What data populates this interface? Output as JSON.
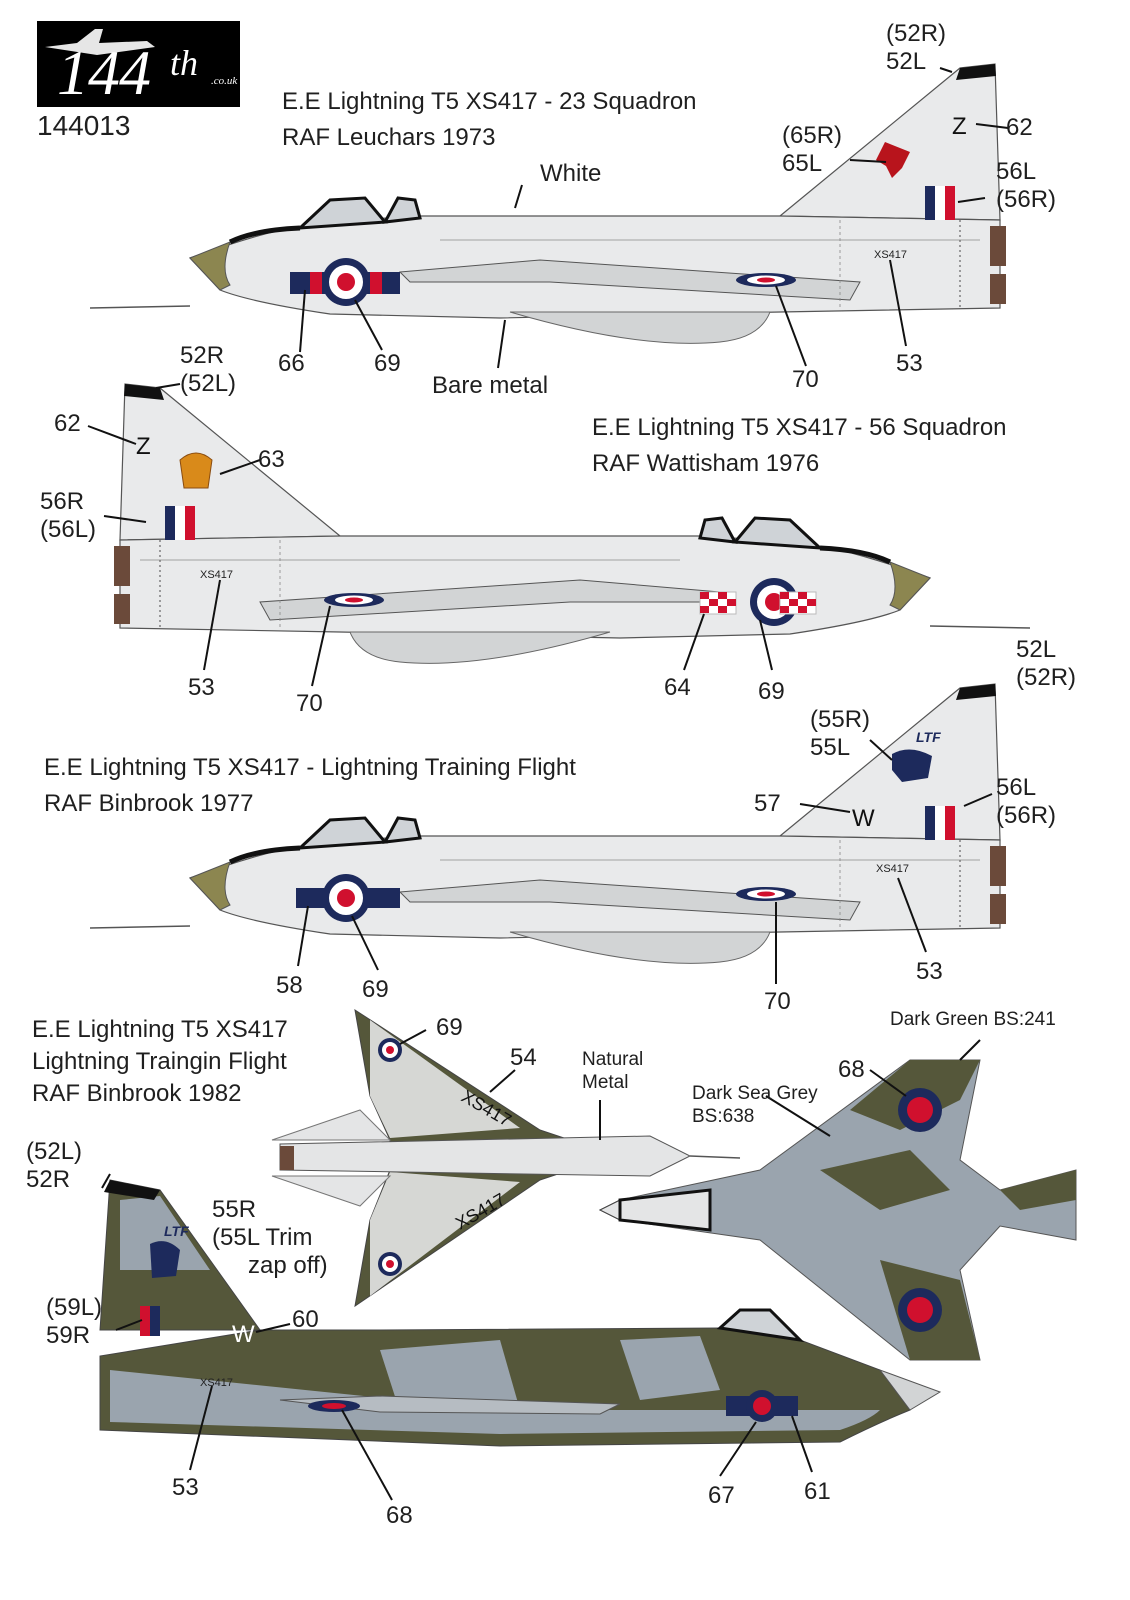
{
  "brand": {
    "logo_text": "144",
    "logo_sup": "th",
    "logo_domain": ".co.uk",
    "product_code": "144013"
  },
  "colors": {
    "white": "#e9eaeb",
    "bare_metal": "#d2d4d5",
    "dark_green": "#55573a",
    "dark_sea_grey": "#9aa4ae",
    "roundel_blue": "#1d2a5c",
    "roundel_red": "#d0102e",
    "radome": "#8c8650"
  },
  "profiles": [
    {
      "title_lines": [
        "E.E Lightning T5 XS417  -  23 Squadron",
        "RAF Leuchars 1973"
      ],
      "serial": "XS417",
      "labels": {
        "fin_top": [
          "(52R)",
          "52L"
        ],
        "fin_badge": [
          "(65R)",
          "65L"
        ],
        "fin_letter": "62",
        "fin_flash": [
          "56L",
          "(56R)"
        ],
        "spine": "White",
        "belly": "Bare metal",
        "bar": "66",
        "roundel": "69",
        "wing_roundel": "70",
        "serial_ref": "53"
      },
      "fin_letter_text": "Z"
    },
    {
      "title_lines": [
        "E.E Lightning T5 XS417  -  56 Squadron",
        "RAF Wattisham 1976"
      ],
      "serial": "XS417",
      "labels": {
        "fin_top": [
          "52R",
          "(52L)"
        ],
        "fin_letter": "62",
        "fin_badge": "63",
        "fin_flash": [
          "56R",
          "(56L)"
        ],
        "serial_ref": "53",
        "wing_roundel": "70",
        "checks": "64",
        "roundel": "69"
      },
      "fin_letter_text": "Z"
    },
    {
      "title_lines": [
        "E.E Lightning T5 XS417 -  Lightning Training Flight",
        "RAF Binbrook 1977"
      ],
      "serial": "XS417",
      "labels": {
        "fin_top": [
          "52L",
          "(52R)"
        ],
        "fin_badge": [
          "(55R)",
          "55L"
        ],
        "fin_letter": "57",
        "fin_flash": [
          "56L",
          "(56R)"
        ],
        "bar": "58",
        "roundel": "69",
        "wing_roundel": "70",
        "serial_ref": "53"
      },
      "fin_letter_text": "W",
      "fin_badge_text": "LTF"
    },
    {
      "title_lines": [
        "E.E Lightning T5 XS417",
        "Lightning Traingin Flight",
        "RAF Binbrook 1982"
      ],
      "serial": "XS417",
      "labels": {
        "fin_top": [
          "(52L)",
          "52R"
        ],
        "fin_badge": [
          "55R",
          "(55L Trim",
          "zap off)"
        ],
        "fin_flash": [
          "(59L)",
          "59R"
        ],
        "fin_letter": "60",
        "serial_ref": "53",
        "wing_roundel": "68",
        "roundel": "67",
        "bar": "61",
        "under_roundel": "69",
        "under_serial": "54",
        "natural_metal": [
          "Natural",
          "Metal"
        ],
        "top_roundel": "68",
        "dark_sea_grey": [
          "Dark Sea Grey",
          "BS:638"
        ],
        "dark_green": "Dark Green BS:241"
      },
      "fin_letter_text": "W",
      "fin_badge_text": "LTF"
    }
  ]
}
